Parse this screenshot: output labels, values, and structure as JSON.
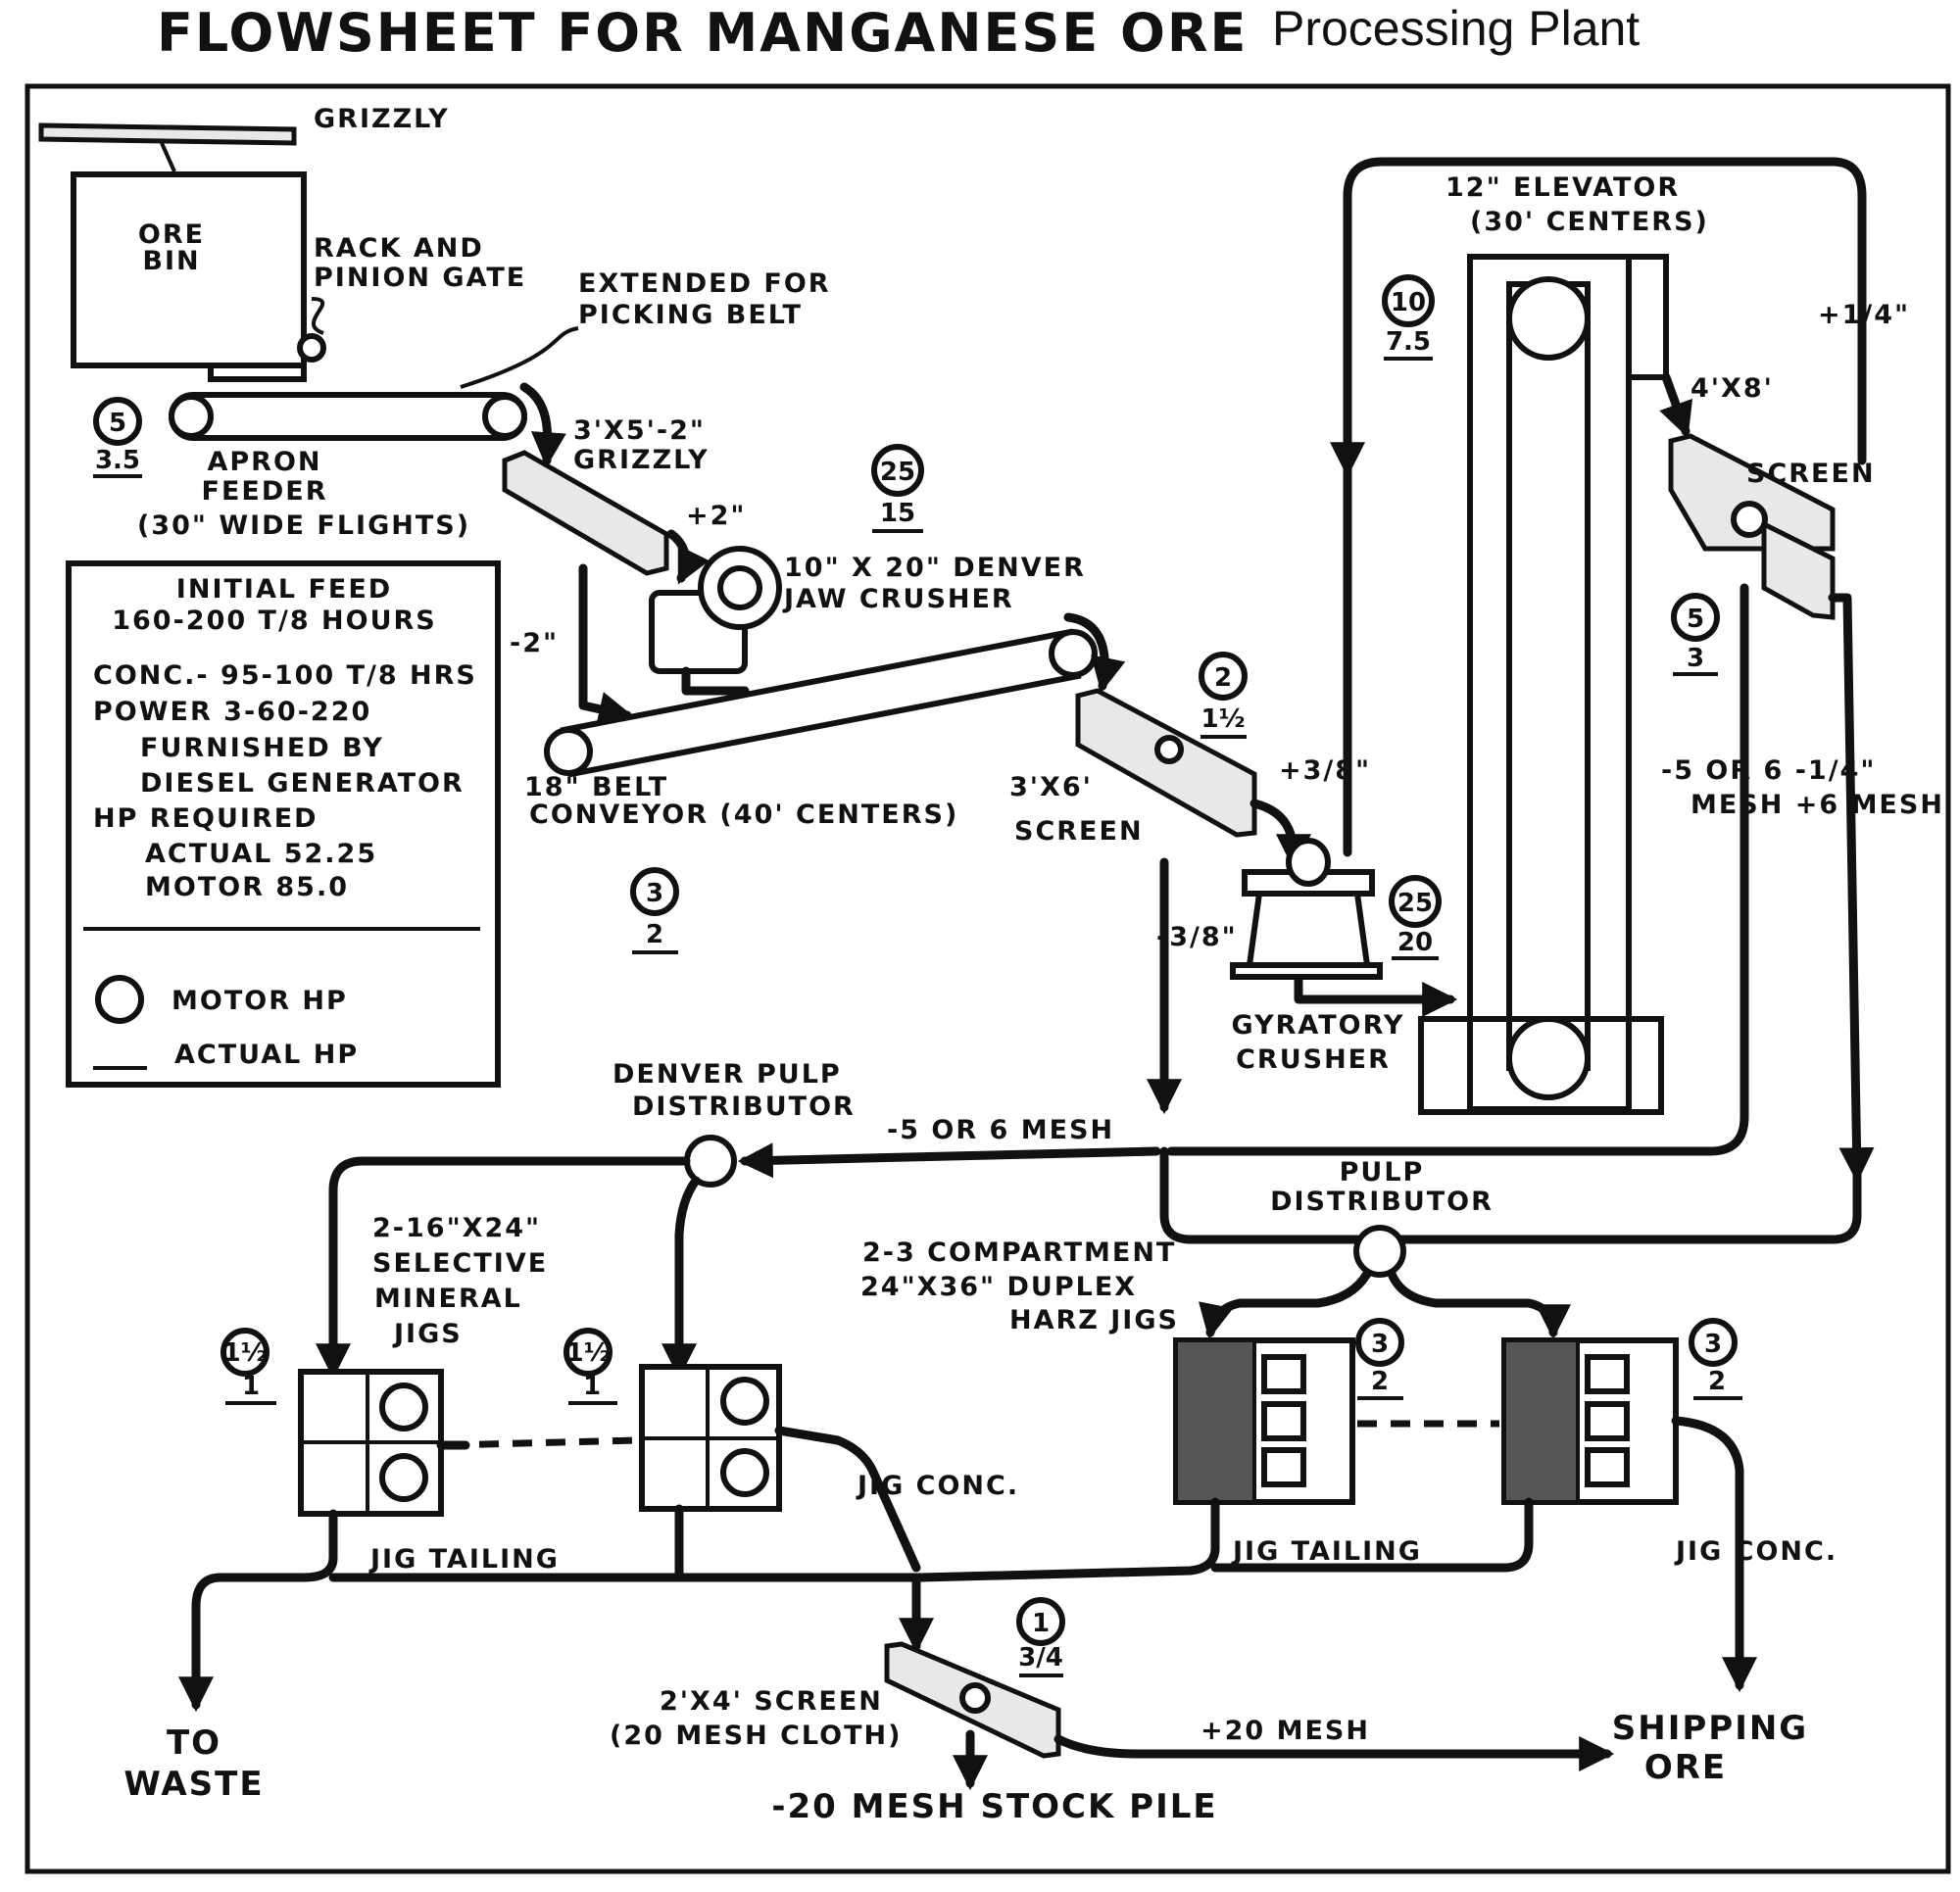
{
  "title": {
    "main": "FLOWSHEET FOR MANGANESE ORE",
    "sub": "Processing Plant"
  },
  "labels": {
    "grizzly_top": "GRIZZLY",
    "ore_bin": [
      "ORE",
      "BIN"
    ],
    "rack_gate": [
      "RACK AND",
      "PINION GATE"
    ],
    "extended": [
      "EXTENDED FOR",
      "PICKING BELT"
    ],
    "apron_feeder": [
      "APRON",
      "FEEDER",
      "(30\" WIDE FLIGHTS)"
    ],
    "grizzly_3x5": [
      "3'X5'-2\"",
      "GRIZZLY"
    ],
    "plus2": "+2\"",
    "minus2": "-2\"",
    "jaw_crusher": [
      "10\" X 20\" DENVER",
      "JAW CRUSHER"
    ],
    "belt_conveyor": [
      "18\" BELT",
      "CONVEYOR (40' CENTERS)"
    ],
    "screen_3x6": [
      "3'X6'",
      "SCREEN"
    ],
    "plus_3_8": "+3/8\"",
    "minus_3_8": "-3/8\"",
    "gyratory": [
      "GYRATORY",
      "CRUSHER"
    ],
    "elevator": [
      "12\" ELEVATOR",
      "(30' CENTERS)"
    ],
    "screen_4x8": [
      "4'X8'",
      "SCREEN"
    ],
    "plus_1_4": "+1/4\"",
    "mesh_right": [
      "-5 OR 6 -1/4\"",
      "MESH +6 MESH"
    ],
    "minus5or6": "-5 OR 6 MESH",
    "denver_pulp": [
      "DENVER PULP",
      "DISTRIBUTOR"
    ],
    "pulp_dist": [
      "PULP",
      "DISTRIBUTOR"
    ],
    "selective_jigs": [
      "2-16\"X24\"",
      "SELECTIVE",
      "MINERAL",
      "JIGS"
    ],
    "harz_jigs": [
      "2-3 COMPARTMENT",
      "24\"X36\" DUPLEX",
      "HARZ JIGS"
    ],
    "jig_conc_left": "JIG CONC.",
    "jig_tailing_left": "JIG TAILING",
    "jig_tailing_right": "JIG TAILING",
    "jig_conc_right": "JIG CONC.",
    "screen_2x4": [
      "2'X4' SCREEN",
      "(20 MESH CLOTH)"
    ],
    "plus20": "+20 MESH",
    "to_waste": [
      "TO",
      "WASTE"
    ],
    "shipping_ore": [
      "SHIPPING",
      "ORE"
    ],
    "stock_pile": "-20 MESH STOCK PILE"
  },
  "legend": {
    "initial_feed": [
      "INITIAL FEED",
      "160-200 T/8 HOURS"
    ],
    "conc": "CONC.- 95-100 T/8 HRS",
    "power": "POWER 3-60-220",
    "furnished": "FURNISHED BY",
    "diesel": "DIESEL GENERATOR",
    "hp_required": "HP REQUIRED",
    "actual": "ACTUAL 52.25",
    "motor": "MOTOR 85.0",
    "motor_hp": "MOTOR HP",
    "actual_hp": "ACTUAL HP"
  },
  "hp_badges": {
    "apron": {
      "motor": "5",
      "actual": "3.5"
    },
    "jaw": {
      "motor": "25",
      "actual": "15"
    },
    "belt": {
      "motor": "3",
      "actual": "2"
    },
    "screen36": {
      "motor": "2",
      "actual": "1½"
    },
    "gyratory": {
      "motor": "25",
      "actual": "20"
    },
    "elevator": {
      "motor": "10",
      "actual": "7.5"
    },
    "screen48": {
      "motor": "5",
      "actual": "3"
    },
    "jig1": {
      "motor": "1½",
      "actual": "1"
    },
    "jig2": {
      "motor": "1½",
      "actual": "1"
    },
    "harz1": {
      "motor": "3",
      "actual": "2"
    },
    "harz2": {
      "motor": "3",
      "actual": "2"
    },
    "screen24": {
      "motor": "1",
      "actual": "3/4"
    }
  }
}
